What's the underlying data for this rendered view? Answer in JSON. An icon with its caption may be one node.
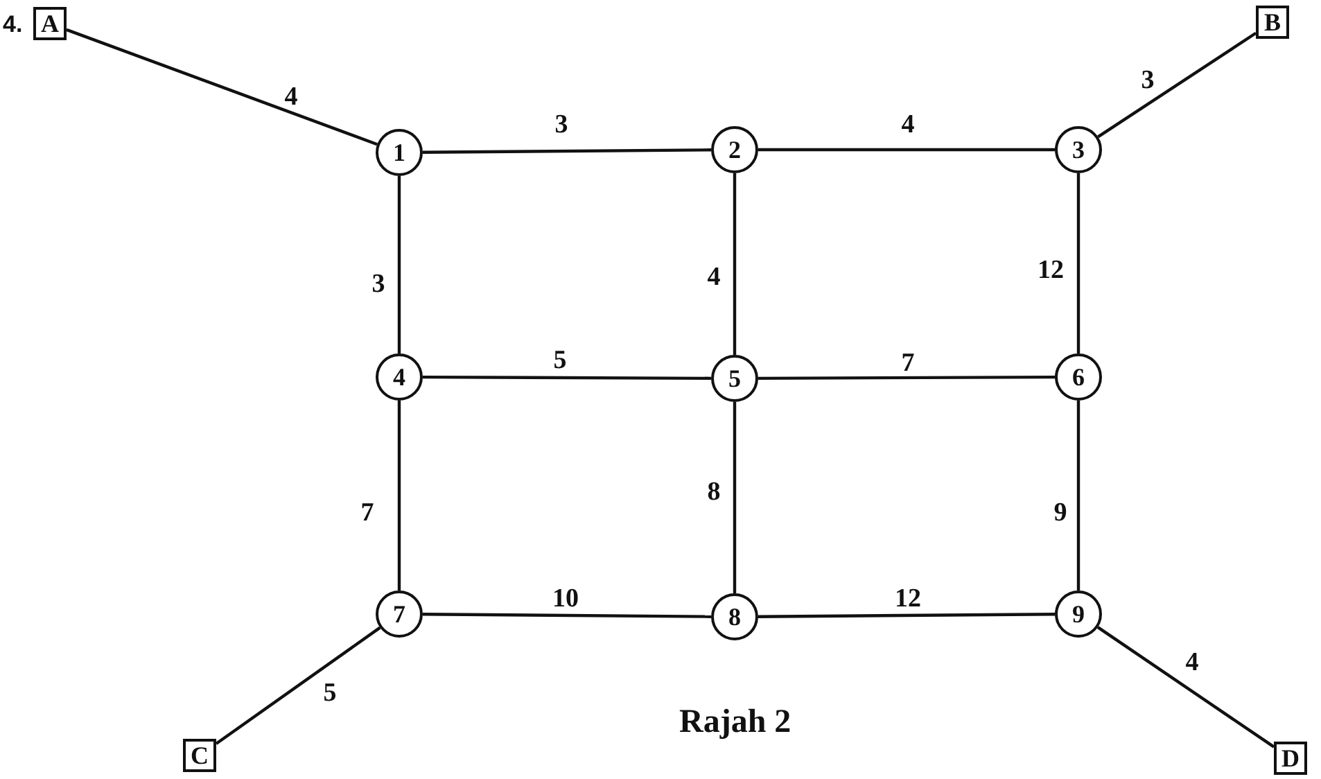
{
  "diagram": {
    "caption": "Rajah 2",
    "nodes": [
      {
        "text": [
          "A"
        ]
      },
      {
        "text": [
          "B"
        ]
      },
      {
        "text": [
          "1"
        ]
      },
      {
        "text": [
          "2"
        ]
      },
      {
        "text": [
          "3"
        ]
      },
      {
        "text": [
          "4"
        ]
      },
      {
        "text": [
          "5"
        ]
      },
      {
        "text": [
          "6"
        ]
      },
      {
        "text": [
          "7"
        ]
      },
      {
        "text": [
          "8"
        ]
      },
      {
        "text": [
          "9"
        ]
      },
      {
        "text": [
          "C"
        ]
      },
      {
        "text": [
          "D"
        ]
      }
    ],
    "edges": [
      {
        "from": 0,
        "to": 2,
        "arrow": "none",
        "label": "4"
      },
      {
        "from": 2,
        "to": 3,
        "arrow": "none",
        "label": "3"
      },
      {
        "from": 3,
        "to": 4,
        "arrow": "none",
        "label": "4"
      },
      {
        "from": 4,
        "to": 1,
        "arrow": "none",
        "label": "3"
      },
      {
        "from": 2,
        "to": 5,
        "arrow": "none",
        "label": "3"
      },
      {
        "from": 3,
        "to": 6,
        "arrow": "none",
        "label": "4"
      },
      {
        "from": 4,
        "to": 7,
        "arrow": "none",
        "label": "12"
      },
      {
        "from": 5,
        "to": 6,
        "arrow": "none",
        "label": "5"
      },
      {
        "from": 6,
        "to": 7,
        "arrow": "none",
        "label": "7"
      },
      {
        "from": 5,
        "to": 8,
        "arrow": "none",
        "label": "7"
      },
      {
        "from": 6,
        "to": 9,
        "arrow": "none",
        "label": "8"
      },
      {
        "from": 7,
        "to": 10,
        "arrow": "none",
        "label": "9"
      },
      {
        "from": 8,
        "to": 9,
        "arrow": "none",
        "label": "10"
      },
      {
        "from": 9,
        "to": 10,
        "arrow": "none",
        "label": "12"
      },
      {
        "from": 8,
        "to": 11,
        "arrow": "none",
        "label": "5"
      },
      {
        "from": 10,
        "to": 12,
        "arrow": "none",
        "label": "4"
      }
    ],
    "labels": [
      "4."
    ]
  }
}
